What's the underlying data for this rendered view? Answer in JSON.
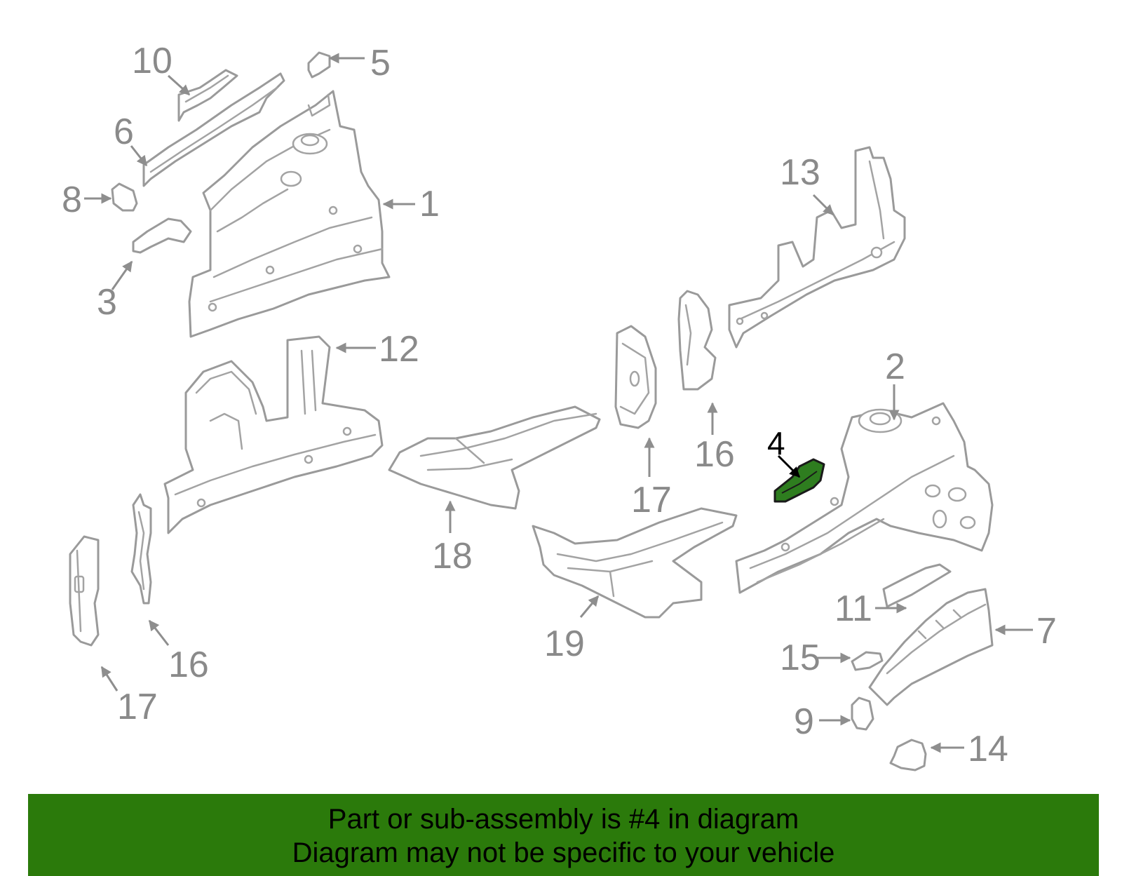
{
  "callouts": {
    "c1": "1",
    "c2": "2",
    "c3": "3",
    "c4": "4",
    "c5": "5",
    "c6": "6",
    "c7": "7",
    "c8": "8",
    "c9": "9",
    "c10": "10",
    "c11": "11",
    "c12": "12",
    "c13": "13",
    "c14": "14",
    "c15": "15",
    "c16a": "16",
    "c16b": "16",
    "c17a": "17",
    "c17b": "17",
    "c18": "18",
    "c19": "19"
  },
  "highlighted_part": "4",
  "colors": {
    "highlight": "#2e7d1f",
    "banner": "#2b7a0b",
    "line": "#9a9a9a"
  },
  "banner": {
    "line1": "Part or sub-assembly is #4 in diagram",
    "line2": "Diagram may not be specific to your vehicle"
  }
}
